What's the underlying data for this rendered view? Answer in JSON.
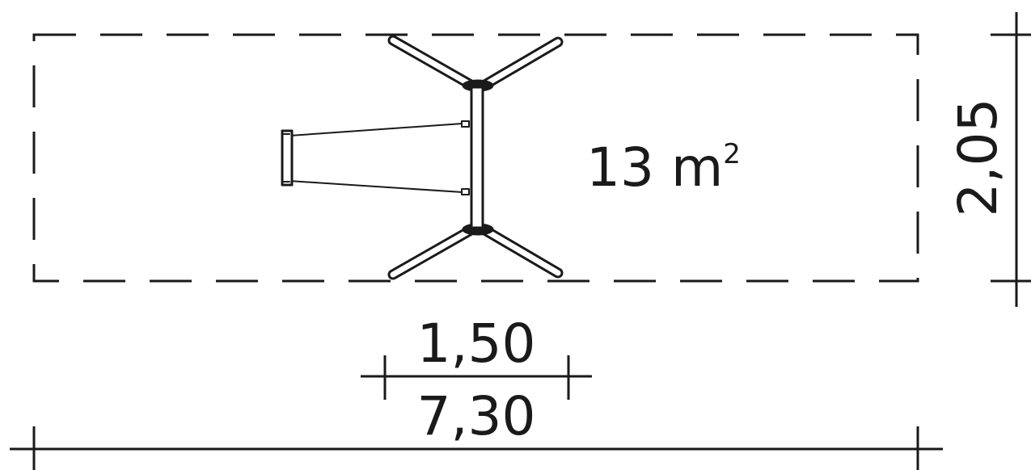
{
  "diagram": {
    "area_value": "13 m",
    "area_superscript": "2",
    "width_label": "2,05",
    "inner_length_label": "1,50",
    "total_length_label": "7,30"
  },
  "colors": {
    "line": "#1a1a1a",
    "background": "#ffffff"
  }
}
